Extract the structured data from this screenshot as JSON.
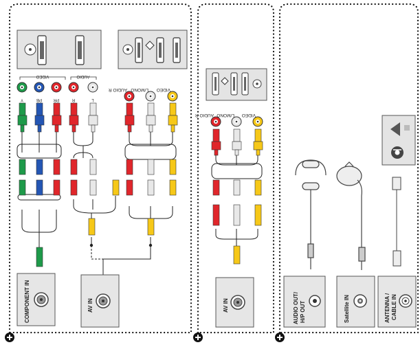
{
  "panel1": {
    "jack_labels": {
      "y": "Y",
      "pb": "PB",
      "pr": "PR",
      "l": "L",
      "r": "R"
    },
    "group_video": "VIDEO",
    "group_audio": "AUDIO",
    "av_labels": {
      "audio_r": "AUDIO R",
      "l_mono": "L/MONO",
      "video": "VIDEO"
    },
    "port_component": "COMPONENT IN",
    "port_av": "AV IN"
  },
  "panel2": {
    "av_labels": {
      "audio_r": "AUDIO R",
      "l_mono": "L/MONO",
      "video": "VIDEO"
    },
    "port_av": "AV IN"
  },
  "panel3": {
    "port_audio_out": "AUDIO OUT/ H/P OUT",
    "port_satellite": "Satellite IN",
    "port_antenna": "ANTENNA / CABLE IN"
  },
  "colors": {
    "green": "#1e9a4a",
    "blue": "#2456b4",
    "red": "#e0262b",
    "white": "#e8e8e8",
    "yellow": "#f6c818",
    "panel": "#e6e6e6"
  }
}
